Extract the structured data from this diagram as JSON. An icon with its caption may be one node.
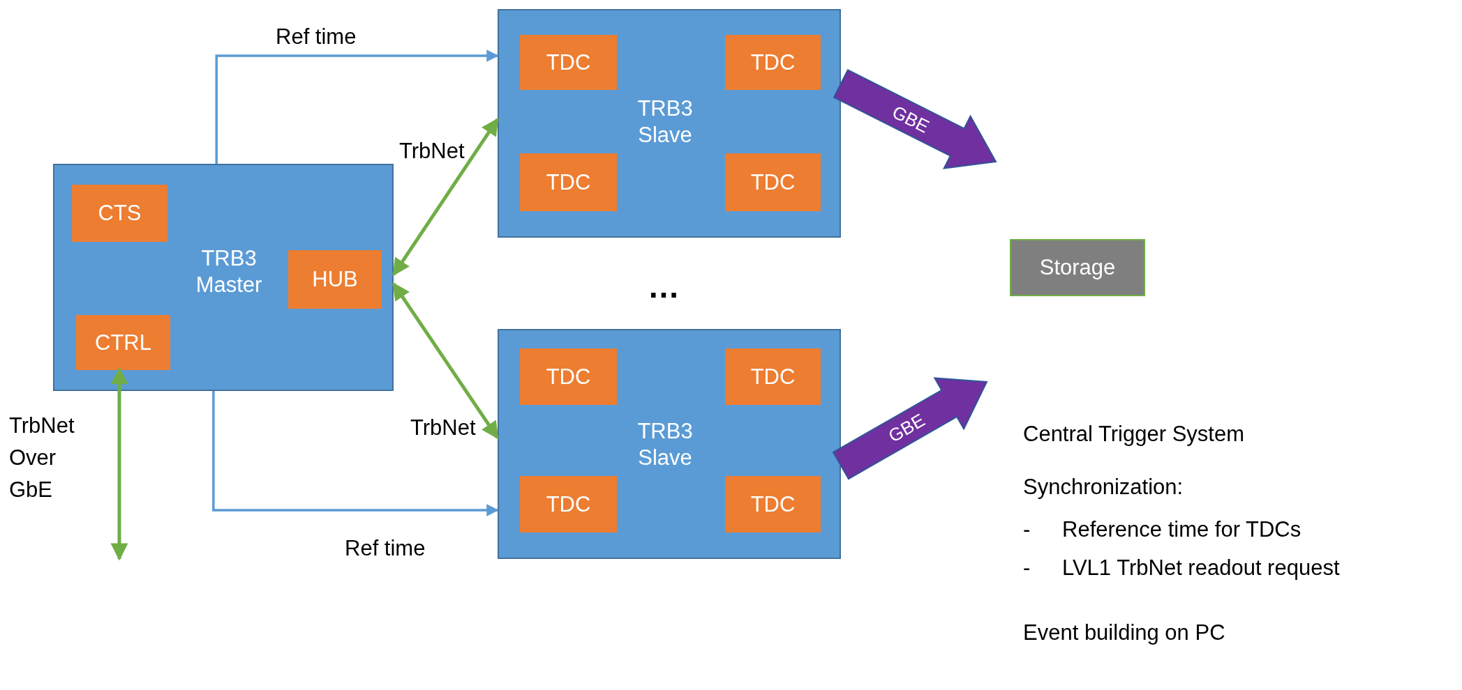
{
  "diagram": {
    "nodes": [
      {
        "text": [
          "TRB3 Master"
        ]
      },
      {
        "text": [
          "CTS"
        ],
        "in": 0
      },
      {
        "text": [
          "HUB"
        ],
        "in": 0
      },
      {
        "text": [
          "CTRL"
        ],
        "in": 0
      },
      {
        "text": [
          "TRB3 Slave"
        ]
      },
      {
        "text": [
          "TDC"
        ],
        "in": 4
      },
      {
        "text": [
          "TDC"
        ],
        "in": 4
      },
      {
        "text": [
          "TDC"
        ],
        "in": 4
      },
      {
        "text": [
          "TDC"
        ],
        "in": 4
      },
      {
        "text": [
          "TRB3 Slave"
        ]
      },
      {
        "text": [
          "TDC"
        ],
        "in": 9
      },
      {
        "text": [
          "TDC"
        ],
        "in": 9
      },
      {
        "text": [
          "TDC"
        ],
        "in": 9
      },
      {
        "text": [
          "TDC"
        ],
        "in": 9
      },
      {
        "text": [
          "Storage"
        ]
      }
    ],
    "edges": [
      {
        "from": 0,
        "to": 4,
        "arrow": "to",
        "label": "Ref time",
        "color": "#5b9bd5"
      },
      {
        "from": 0,
        "to": 4,
        "arrow": "both",
        "label": "TrbNet",
        "color": "#70ad47"
      },
      {
        "from": 0,
        "to": 9,
        "arrow": "both",
        "label": "TrbNet",
        "color": "#70ad47"
      },
      {
        "from": 0,
        "to": 9,
        "arrow": "to",
        "label": "Ref time",
        "color": "#5b9bd5"
      },
      {
        "from": 3,
        "to": null,
        "arrow": "both",
        "label": "TrbNet Over GbE",
        "color": "#70ad47"
      },
      {
        "from": 4,
        "to": null,
        "arrow": "to",
        "label": "GBE",
        "style": "thick",
        "color": "#7030a0"
      },
      {
        "from": 9,
        "to": null,
        "arrow": "to",
        "label": "GBE",
        "style": "thick",
        "color": "#7030a0"
      }
    ],
    "labels": [
      "…",
      "Central Trigger System",
      "Synchronization:",
      "-",
      "Reference time for TDCs",
      "-",
      "LVL1 TrbNet readout request",
      "Event building on PC"
    ]
  }
}
